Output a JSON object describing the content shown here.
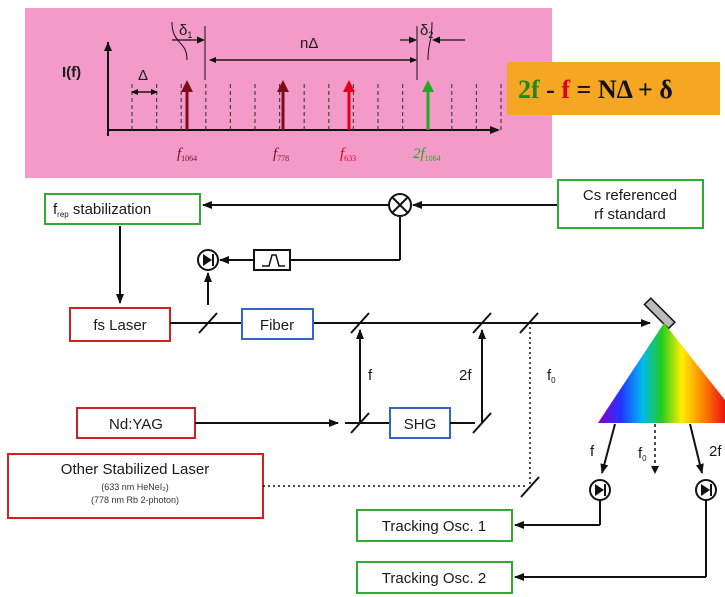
{
  "spectrum": {
    "y_axis": "I(f)",
    "delta": "Δ",
    "delta1": "δ",
    "delta1_sub": "1",
    "delta2": "δ",
    "delta2_sub": "2",
    "ndelta": "nΔ",
    "f1064": {
      "f": "f",
      "sub": "1064"
    },
    "f778": {
      "f": "f",
      "sub": "778"
    },
    "f633": {
      "f": "f",
      "sub": "633"
    },
    "f2x1064": {
      "pre": "2",
      "f": "f",
      "sub": "1064"
    }
  },
  "equation": {
    "part1": "2f",
    "minus": " - ",
    "part2": "f",
    "rest": " = NΔ + δ"
  },
  "blocks": {
    "frep": {
      "f": "f",
      "sub": "rep",
      "text": " stabilization"
    },
    "cs_line1": "Cs referenced",
    "cs_line2": "rf standard",
    "fs_laser": "fs Laser",
    "fiber": "Fiber",
    "ndyag": "Nd:YAG",
    "shg": "SHG",
    "other_title": "Other Stabilized Laser",
    "other_line1": "(633 nm HeNeI₂)",
    "other_line2": "(778 nm Rb 2-photon)",
    "track1": "Tracking Osc. 1",
    "track2": "Tracking Osc. 2"
  },
  "beam_labels": {
    "f": "f",
    "twof": "2f",
    "f0_upper": "f",
    "f0_upper_sub": "0",
    "f_lower": "f",
    "f0_lower": "f",
    "f0_lower_sub": "0",
    "twof_lower": "2f"
  },
  "colors": {
    "pink_panel": "#f49ac8",
    "eq_box": "#f5a623",
    "arrow_dark_red": "#7a0f1a",
    "arrow_red": "#e0001b",
    "arrow_green": "#22aa22",
    "box_green": "#33aa33",
    "box_red": "#cc2222",
    "box_blue": "#3366cc"
  }
}
